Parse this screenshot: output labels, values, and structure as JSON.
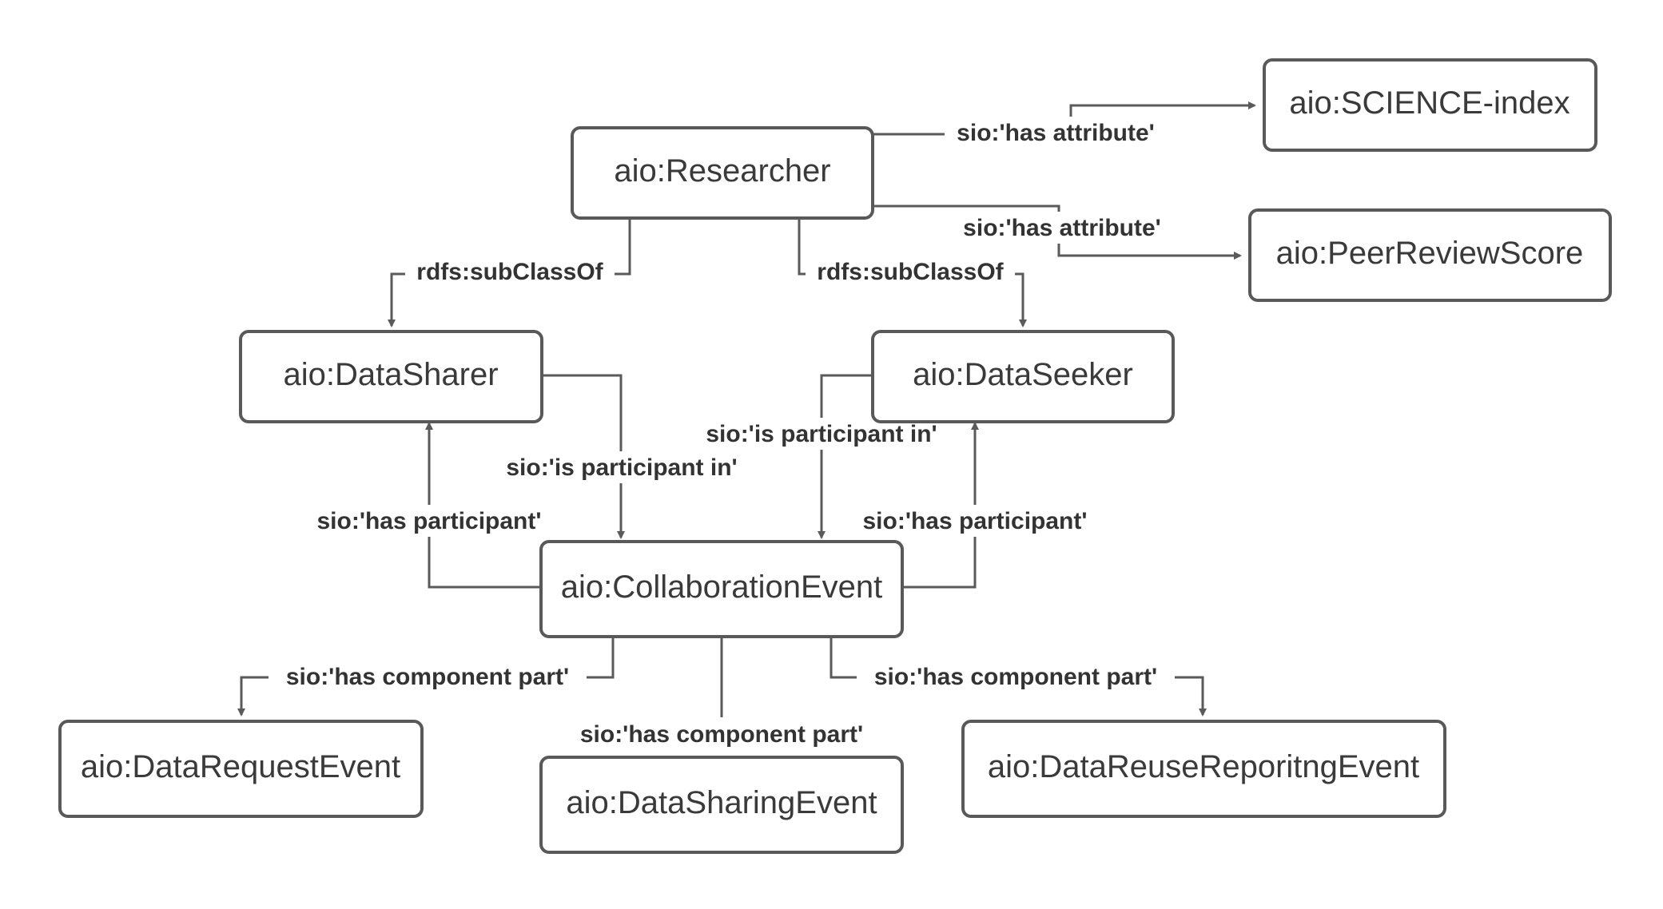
{
  "nodes": [
    {
      "id": "researcher",
      "label": "aio:Researcher"
    },
    {
      "id": "science-index",
      "label": "aio:SCIENCE-index"
    },
    {
      "id": "peer-review-score",
      "label": "aio:PeerReviewScore"
    },
    {
      "id": "data-sharer",
      "label": "aio:DataSharer"
    },
    {
      "id": "data-seeker",
      "label": "aio:DataSeeker"
    },
    {
      "id": "collaboration-event",
      "label": "aio:CollaborationEvent"
    },
    {
      "id": "data-request-event",
      "label": "aio:DataRequestEvent"
    },
    {
      "id": "data-sharing-event",
      "label": "aio:DataSharingEvent"
    },
    {
      "id": "data-reuse-reporting-event",
      "label": "aio:DataReuseReporitngEvent"
    }
  ],
  "edges": [
    {
      "id": "researcher-has-attribute-science-index",
      "label": "sio:'has attribute'"
    },
    {
      "id": "researcher-has-attribute-peer-review-score",
      "label": "sio:'has attribute'"
    },
    {
      "id": "researcher-subclassof-data-sharer",
      "label": "rdfs:subClassOf"
    },
    {
      "id": "researcher-subclassof-data-seeker",
      "label": "rdfs:subClassOf"
    },
    {
      "id": "data-sharer-is-participant-in",
      "label": "sio:'is participant in'"
    },
    {
      "id": "data-seeker-is-participant-in",
      "label": "sio:'is participant in'"
    },
    {
      "id": "collaboration-has-participant-data-sharer",
      "label": "sio:'has participant'"
    },
    {
      "id": "collaboration-has-participant-data-seeker",
      "label": "sio:'has participant'"
    },
    {
      "id": "collaboration-has-component-request",
      "label": "sio:'has component part'"
    },
    {
      "id": "collaboration-has-component-sharing",
      "label": "sio:'has component part'"
    },
    {
      "id": "collaboration-has-component-reuse",
      "label": "sio:'has component part'"
    }
  ]
}
